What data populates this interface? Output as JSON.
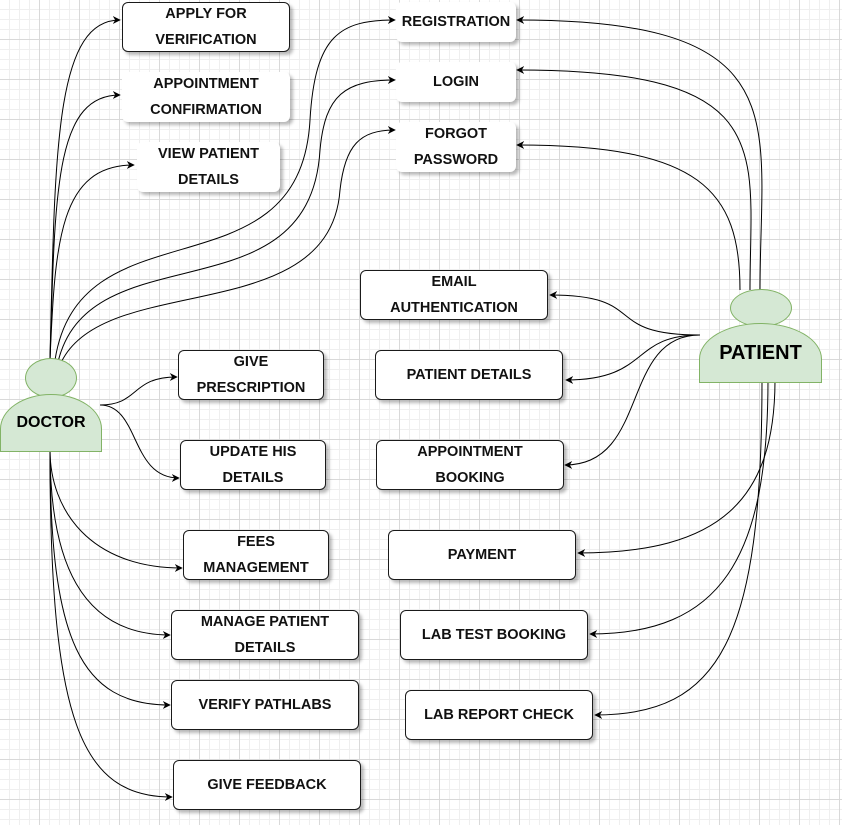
{
  "actors": {
    "doctor": "DOCTOR",
    "patient": "PATIENT"
  },
  "shared": {
    "registration": "REGISTRATION",
    "login": "LOGIN",
    "forgot_password": "FORGOT\nPASSWORD"
  },
  "doctor_items": {
    "apply_verification": "APPLY FOR\nVERIFICATION",
    "appointment_confirmation": "APPOINTMENT\nCONFIRMATION",
    "view_patient_details": "VIEW PATIENT\nDETAILS",
    "give_prescription": "GIVE\nPRESCRIPTION",
    "update_details": "UPDATE HIS\nDETAILS",
    "fees_management": "FEES\nMANAGEMENT",
    "manage_patient_details": "MANAGE PATIENT\nDETAILS",
    "verify_pathlabs": "VERIFY PATHLABS",
    "give_feedback": "GIVE FEEDBACK"
  },
  "patient_items": {
    "email_authentication": "EMAIL\nAUTHENTICATION",
    "patient_details": "PATIENT DETAILS",
    "appointment_booking": "APPOINTMENT\nBOOKING",
    "payment": "PAYMENT",
    "lab_test_booking": "LAB TEST BOOKING",
    "lab_report_check": "LAB REPORT CHECK"
  },
  "colors": {
    "actor_fill": "#d5e8d4",
    "actor_stroke": "#82b366",
    "edge": "#000000"
  }
}
